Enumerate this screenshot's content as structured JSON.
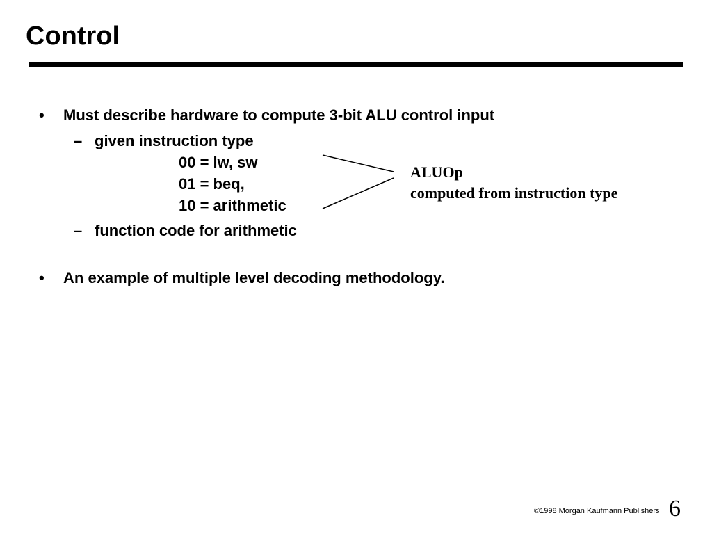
{
  "slide": {
    "title": "Control",
    "bullets": [
      {
        "marker": "•",
        "text": "Must describe hardware to compute 3-bit ALU control input",
        "subitems": [
          {
            "marker": "–",
            "text": "given instruction type",
            "details": [
              "00 = lw, sw",
              "01 = beq,",
              "10 = arithmetic"
            ]
          },
          {
            "marker": "–",
            "text": "function code for arithmetic"
          }
        ]
      },
      {
        "marker": "•",
        "text": "An example of multiple level decoding methodology."
      }
    ],
    "annotation": {
      "label": "ALUOp",
      "description": "computed from instruction type"
    },
    "footer": {
      "copyright": "©1998 Morgan Kaufmann Publishers",
      "page_number": "6"
    }
  }
}
